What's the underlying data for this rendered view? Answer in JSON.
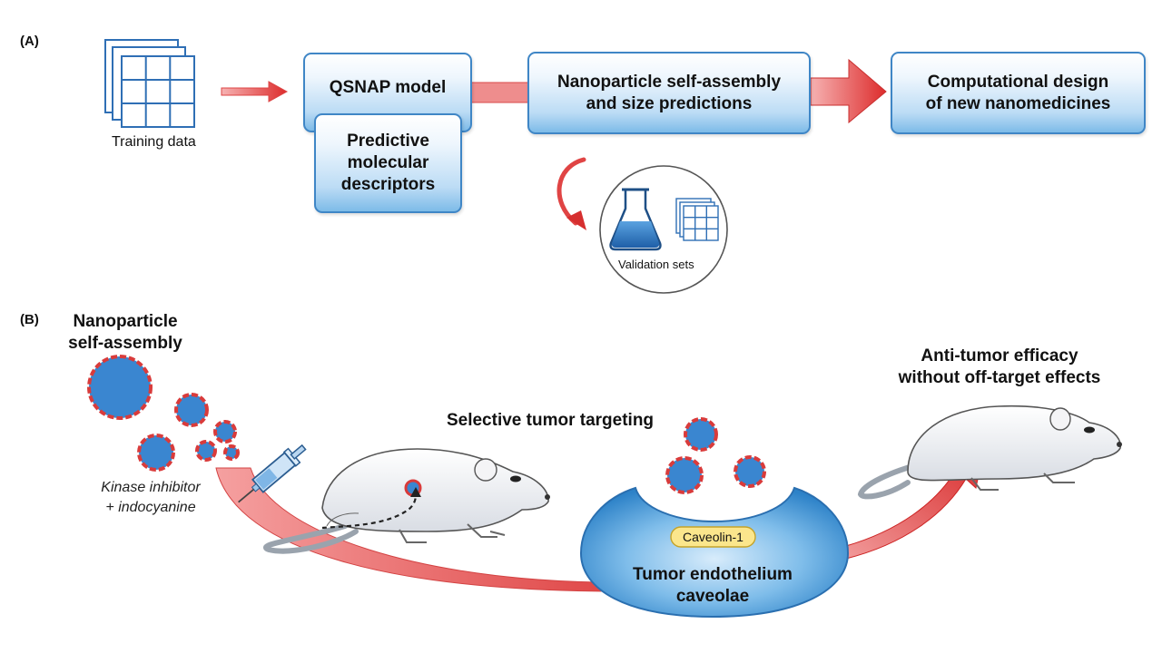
{
  "panel_a": {
    "label": "(A)",
    "training_caption": "Training data",
    "qsnap_box": "QSNAP model",
    "descriptors_box": [
      "Predictive",
      "molecular",
      "descriptors"
    ],
    "predictions_box": [
      "Nanoparticle self-assembly",
      "and size predictions"
    ],
    "design_box": [
      "Computational design",
      "of new nanomedicines"
    ],
    "validation_caption": "Validation sets"
  },
  "panel_b": {
    "label": "(B)",
    "selfassembly_title": [
      "Nanoparticle",
      "self-assembly"
    ],
    "ingredients": [
      "Kinase inhibitor",
      "+ indocyanine"
    ],
    "targeting_title": "Selective tumor targeting",
    "caveolin_badge": "Caveolin-1",
    "caveolae_label": [
      "Tumor endothelium",
      "caveolae"
    ],
    "efficacy_title": [
      "Anti-tumor efficacy",
      "without off-target effects"
    ]
  },
  "colors": {
    "box_border": "#3f86c6",
    "box_gradient_bottom": "#7dbbe8",
    "arrow_red": "#e23a3a",
    "arrow_pink": "#f4a5a5",
    "grid_blue": "#2f6fb5",
    "flask_blue": "#2a72c4",
    "caveolin_yellow": "#fbe68c",
    "nanoparticle_red": "#d93b3b",
    "nanoparticle_blue": "#3a86d0"
  },
  "icons": [
    "data-grid-icon",
    "flask-icon",
    "syringe-icon",
    "mouse-icon",
    "nanoparticle-icon"
  ]
}
